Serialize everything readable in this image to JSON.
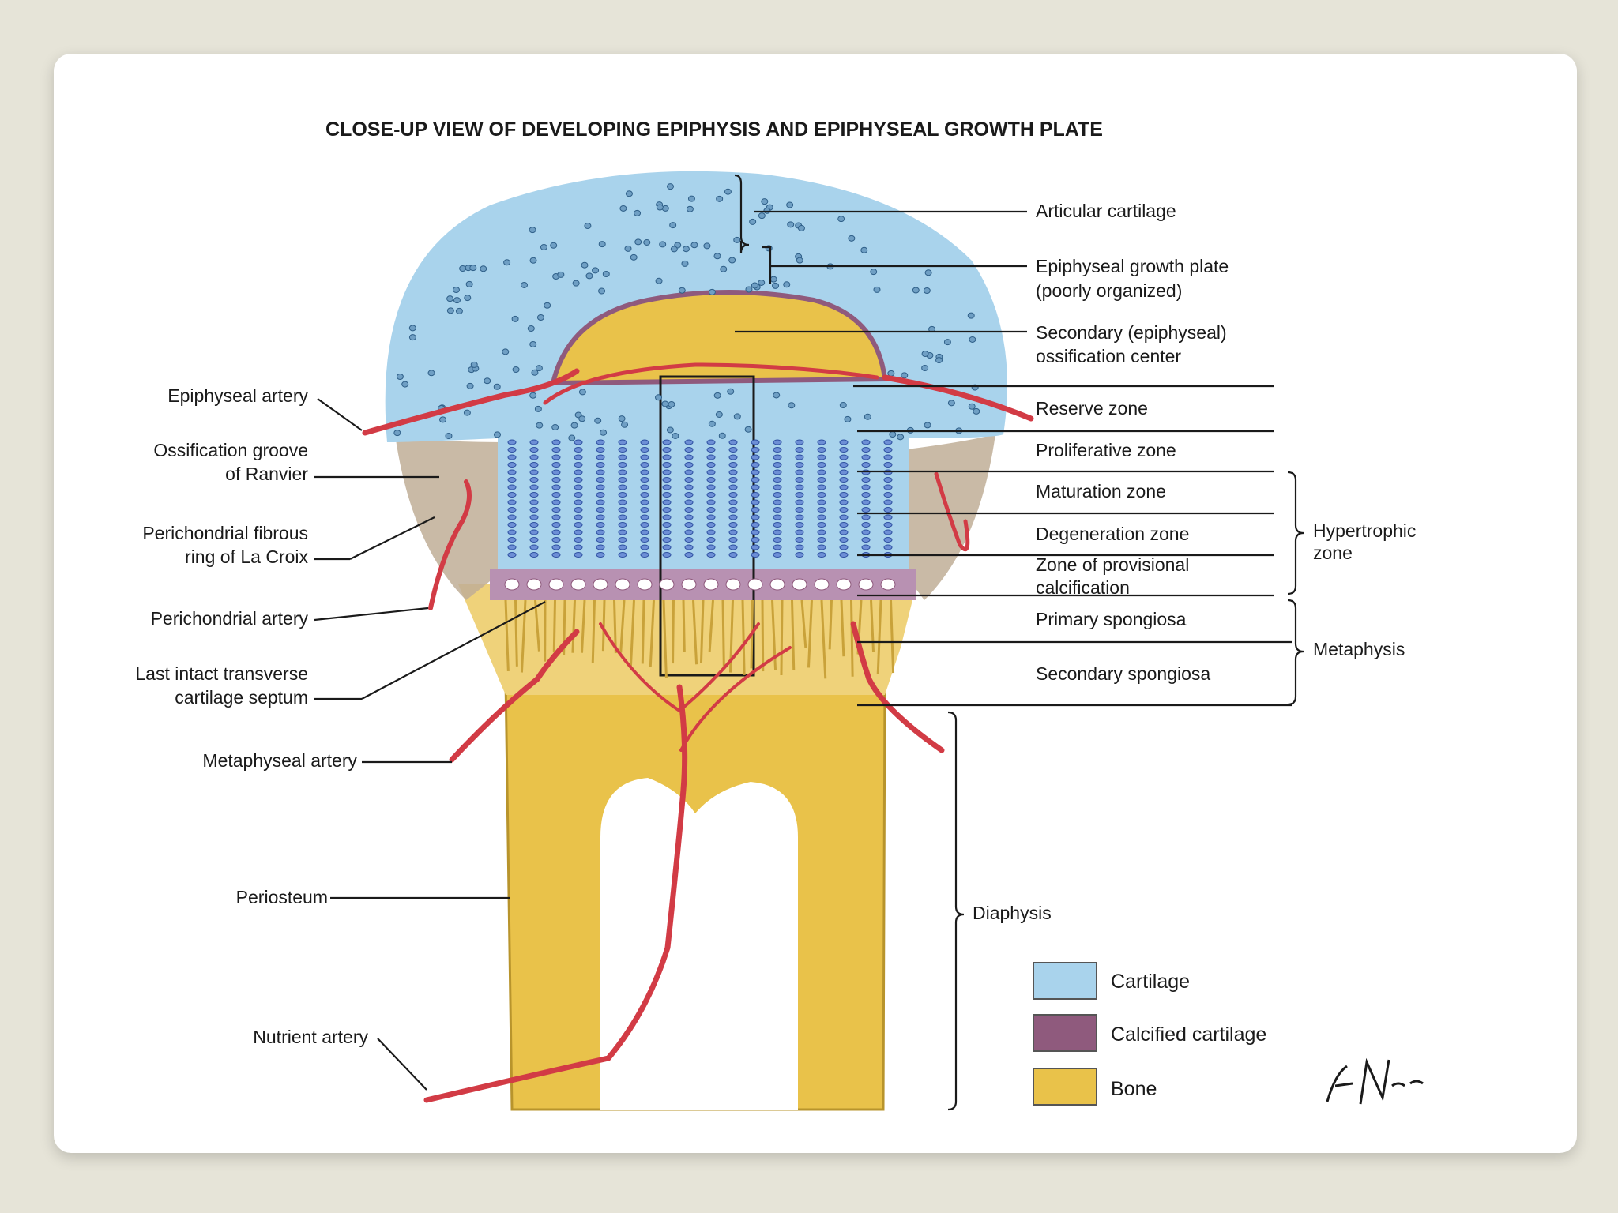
{
  "title": "CLOSE-UP VIEW OF DEVELOPING EPIPHYSIS AND EPIPHYSEAL GROWTH PLATE",
  "colors": {
    "background": "#e6e4d8",
    "card": "#ffffff",
    "cartilage": "#a9d3ec",
    "calcified": "#8f5a7d",
    "bone": "#e9c24a",
    "artery": "#d23b45",
    "line": "#1a1a1a"
  },
  "labels": {
    "left": {
      "epiphyseal_artery": "Epiphyseal artery",
      "ossification_groove_1": "Ossification groove",
      "ossification_groove_2": "of Ranvier",
      "perichondrial_ring_1": "Perichondrial fibrous",
      "perichondrial_ring_2": "ring of La Croix",
      "perichondrial_artery": "Perichondrial artery",
      "last_septum_1": "Last intact transverse",
      "last_septum_2": "cartilage septum",
      "metaphyseal_artery": "Metaphyseal artery",
      "periosteum": "Periosteum",
      "nutrient_artery": "Nutrient artery"
    },
    "right": {
      "articular_cartilage": "Articular cartilage",
      "growth_plate_1": "Epiphyseal growth plate",
      "growth_plate_2": "(poorly organized)",
      "secondary_center_1": "Secondary (epiphyseal)",
      "secondary_center_2": "ossification center",
      "reserve_zone": "Reserve zone",
      "proliferative_zone": "Proliferative zone",
      "maturation_zone": "Maturation zone",
      "degeneration_zone": "Degeneration zone",
      "provisional_1": "Zone of provisional",
      "provisional_2": "calcification",
      "primary_spongiosa": "Primary spongiosa",
      "secondary_spongiosa": "Secondary spongiosa",
      "diaphysis": "Diaphysis"
    },
    "groups": {
      "hypertrophic_1": "Hypertrophic",
      "hypertrophic_2": "zone",
      "metaphysis": "Metaphysis"
    }
  },
  "legend": [
    {
      "label": "Cartilage",
      "color": "#a9d3ec"
    },
    {
      "label": "Calcified cartilage",
      "color": "#8f5a7d"
    },
    {
      "label": "Bone",
      "color": "#e9c24a"
    }
  ]
}
